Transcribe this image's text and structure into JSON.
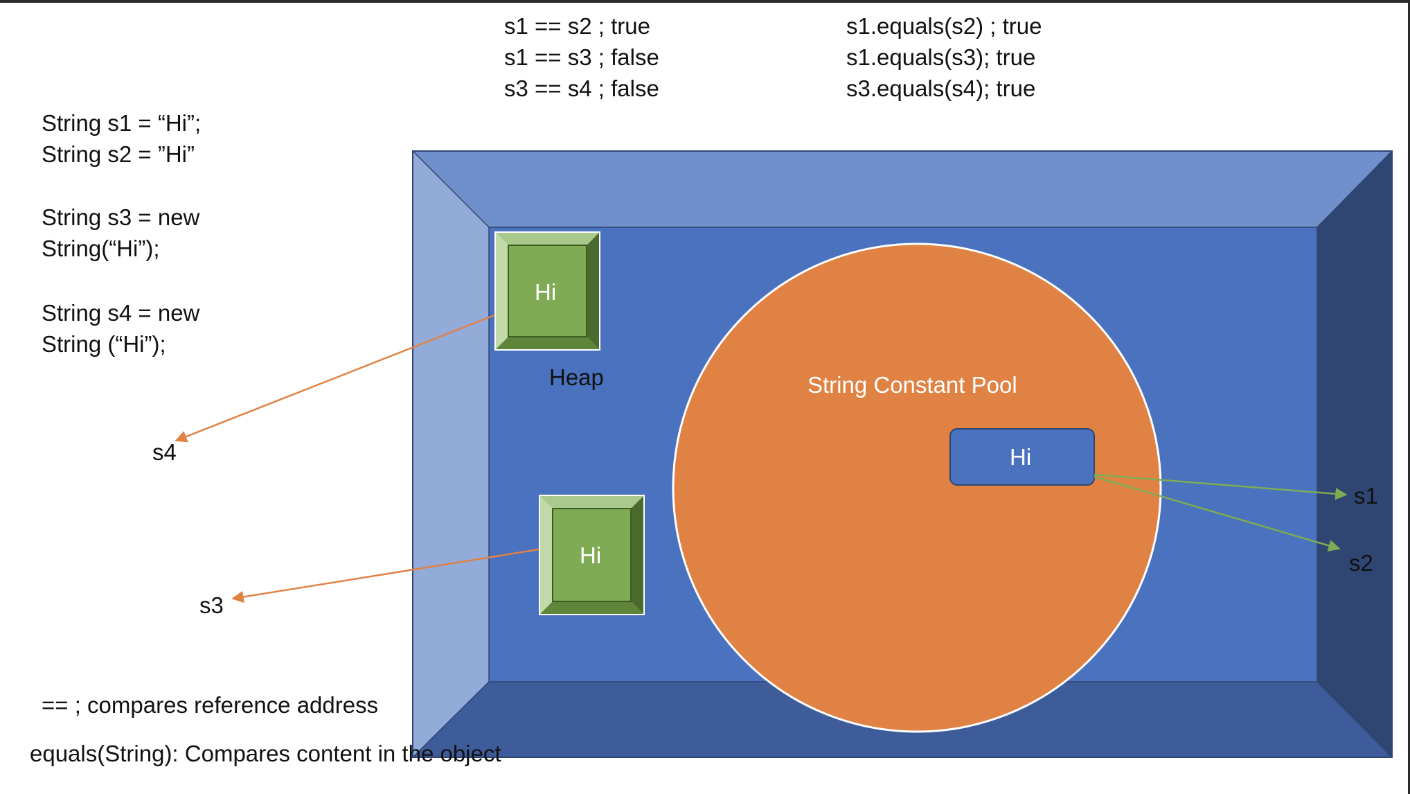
{
  "comparisons": {
    "reference": [
      "s1 == s2 ; true",
      "s1 == s3 ; false",
      "s3 == s4 ; false"
    ],
    "equals": [
      "s1.equals(s2) ; true",
      "s1.equals(s3); true",
      "s3.equals(s4); true"
    ]
  },
  "code": {
    "s1_line": "String s1 = “Hi”;",
    "s2_line": "String s2 = ”Hi”",
    "s3_line1": "String s3 = new",
    "s3_line2": "String(“Hi”);",
    "s4_line1": "String s4 = new",
    "s4_line2": "String (“Hi”);"
  },
  "heap": {
    "label": "Heap",
    "object_top_label": "Hi",
    "object_bottom_label": "Hi"
  },
  "pool": {
    "label": "String Constant Pool",
    "object_label": "Hi"
  },
  "variables": {
    "s1": "s1",
    "s2": "s2",
    "s3": "s3",
    "s4": "s4"
  },
  "notes": {
    "reference_note": "== ; compares reference address",
    "equals_note": "equals(String): Compares content in the object"
  },
  "colors": {
    "frame_top": "#7090CB",
    "frame_left": "#93ABD9",
    "frame_right": "#2F4572",
    "frame_bottom": "#3E5C9A",
    "frame_inner": "#4A72BE",
    "pool": "#E08244",
    "heap_object": "#7FAB55",
    "heap_arrow": "#E08244",
    "pool_arrow": "#7FAB55"
  }
}
